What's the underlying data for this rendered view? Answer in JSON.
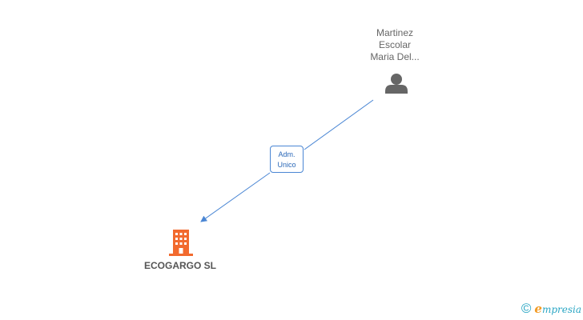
{
  "person": {
    "name_lines": [
      "Martinez",
      "Escolar",
      "Maria Del..."
    ],
    "icon": "person-icon",
    "color": "#666666"
  },
  "relation": {
    "label_lines": [
      "Adm.",
      "Unico"
    ],
    "color": "#4a86d4"
  },
  "company": {
    "name": "ECOGARGO SL",
    "icon": "building-icon",
    "color": "#f26a2e"
  },
  "brand": {
    "copyright_symbol": "©",
    "logo_initial": "e",
    "logo_rest": "mpresia",
    "color": "#2aa6c4",
    "accent": "#f29a24"
  }
}
